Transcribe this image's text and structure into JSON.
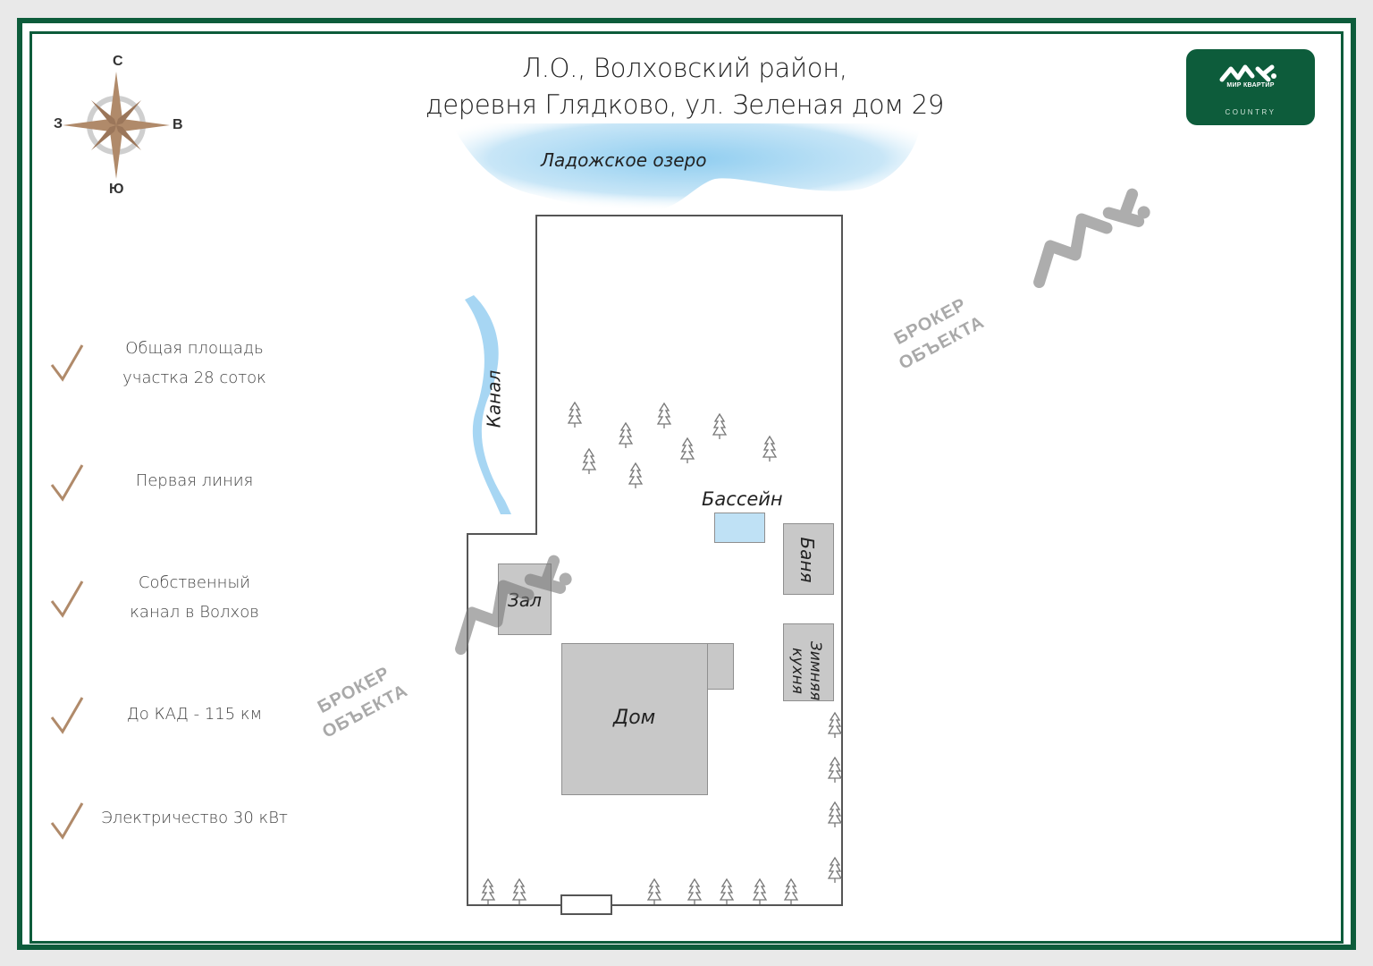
{
  "title": {
    "line1": "Л.О., Волховский район,",
    "line2": "деревня Глядково, ул. Зеленая дом 29"
  },
  "logo": {
    "brand": "МИР КВАРТИР",
    "sub": "COUNTRY"
  },
  "compass": {
    "north": "С",
    "south": "Ю",
    "west": "З",
    "east": "В"
  },
  "features": [
    {
      "line1": "Общая площадь",
      "line2": "участка 28 соток"
    },
    {
      "line1": "Первая линия"
    },
    {
      "line1": "Собственный",
      "line2": "канал в Волхов"
    },
    {
      "line1": "До КАД - 115 км"
    },
    {
      "line1": "Электричество 30 кВт"
    }
  ],
  "map": {
    "lake": "Ладожское озеро",
    "canal": "Канал",
    "pool": "Бассейн",
    "sauna": "Баня",
    "hall": "Зал",
    "house": "Дом",
    "winter_kitchen": "Зимняя кухня"
  },
  "watermark": {
    "line1": "БРОКЕР",
    "line2": "ОБЪЕКТА"
  },
  "colors": {
    "frame": "#0d5c3b",
    "accent": "#b08a6a",
    "water": "#bfe1f5",
    "building": "#c8c8c8"
  }
}
